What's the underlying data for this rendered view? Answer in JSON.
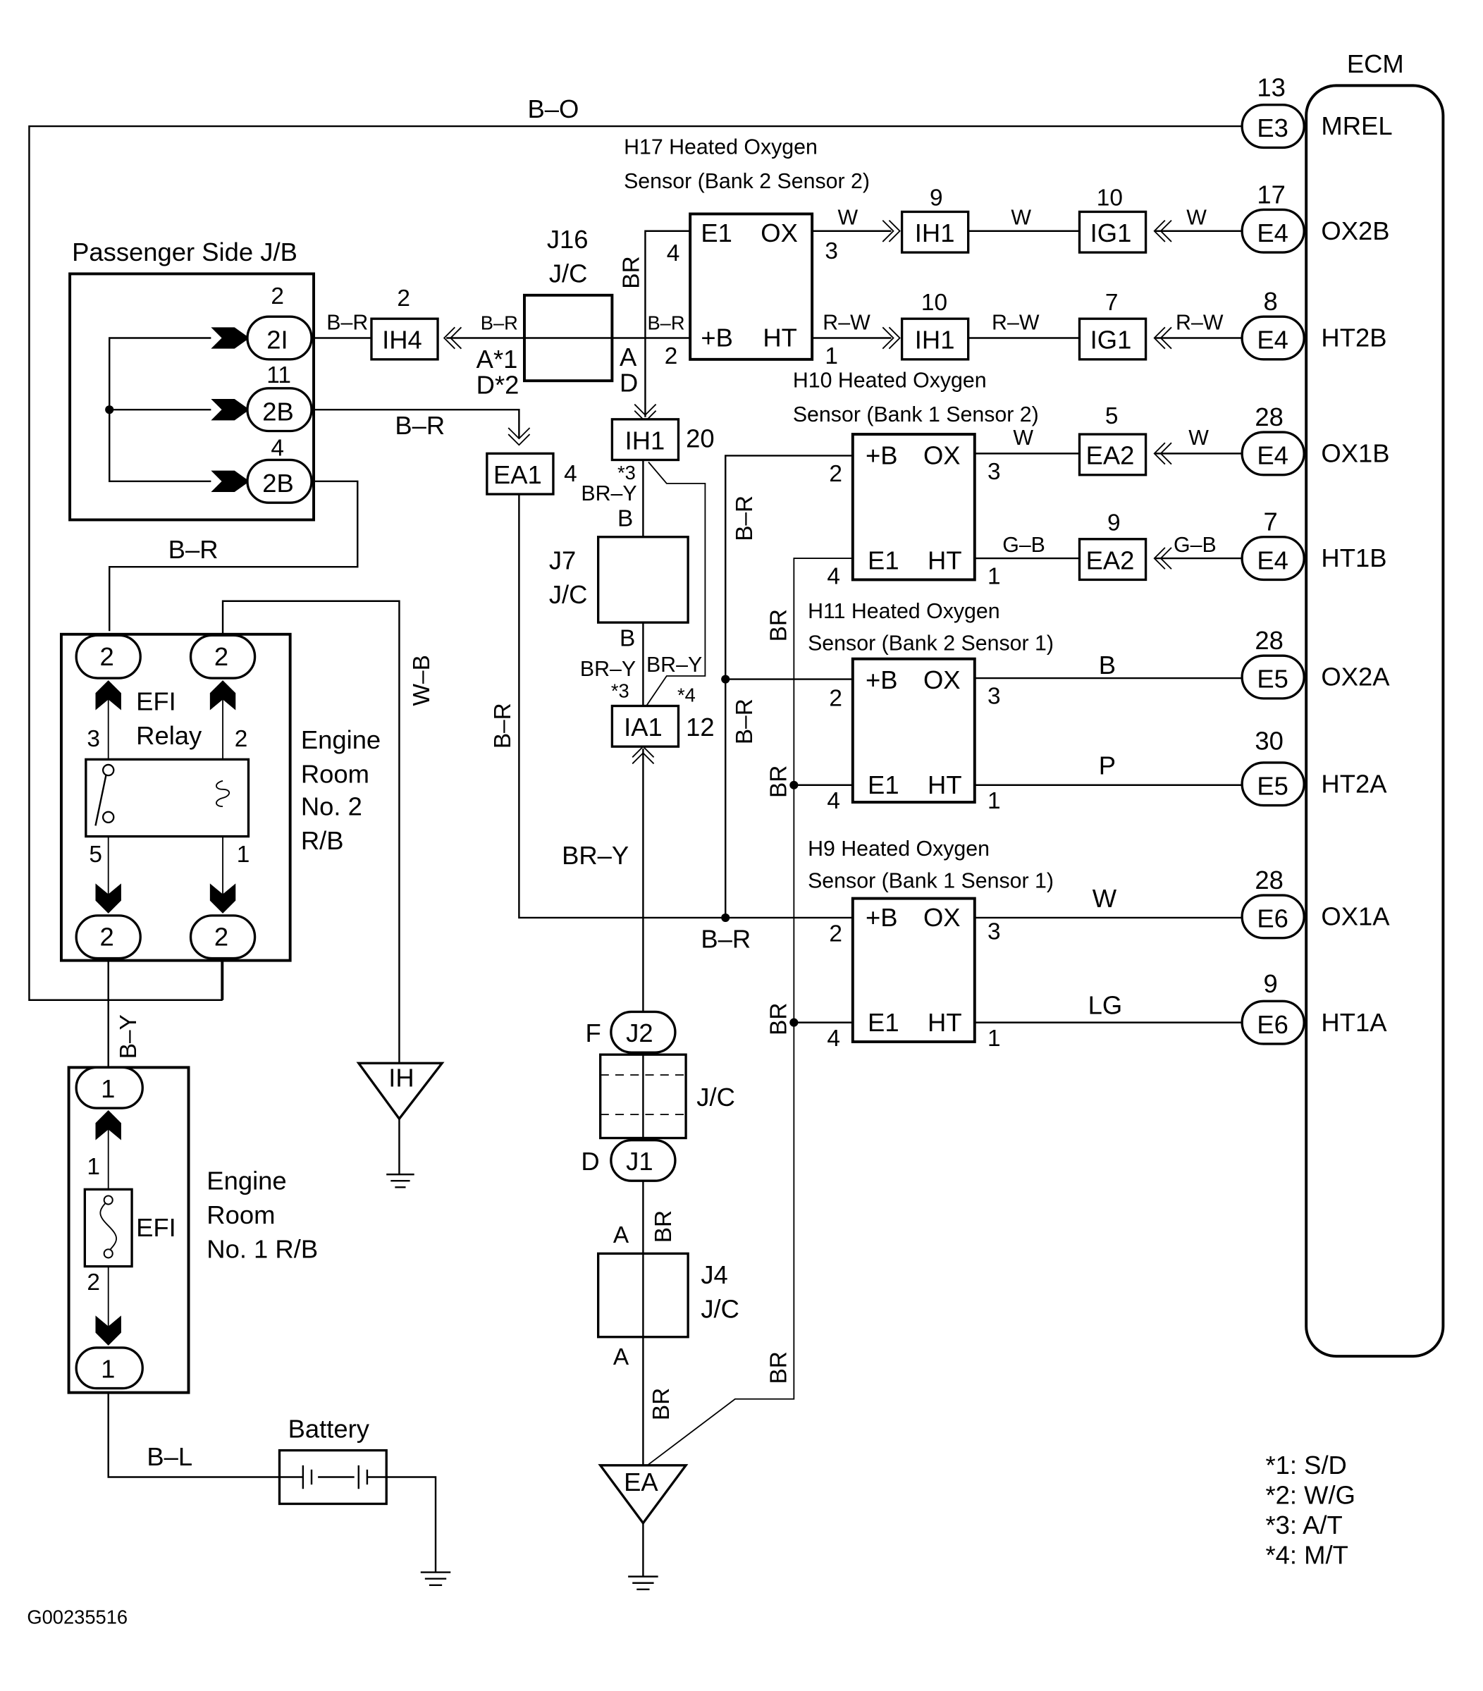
{
  "figure_id": "G00235516",
  "ecm": {
    "title": "ECM",
    "terminals": [
      {
        "pin": "13",
        "connector": "E3",
        "signal": "MREL"
      },
      {
        "pin": "17",
        "connector": "E4",
        "signal": "OX2B"
      },
      {
        "pin": "8",
        "connector": "E4",
        "signal": "HT2B"
      },
      {
        "pin": "28",
        "connector": "E4",
        "signal": "OX1B"
      },
      {
        "pin": "7",
        "connector": "E4",
        "signal": "HT1B"
      },
      {
        "pin": "28",
        "connector": "E5",
        "signal": "OX2A"
      },
      {
        "pin": "30",
        "connector": "E5",
        "signal": "HT2A"
      },
      {
        "pin": "28",
        "connector": "E6",
        "signal": "OX1A"
      },
      {
        "pin": "9",
        "connector": "E6",
        "signal": "HT1A"
      }
    ]
  },
  "wires": {
    "mrel": "B–O",
    "br_r": "B–R",
    "w": "W",
    "r_w": "R–W",
    "g_b": "G–B",
    "b": "B",
    "p": "P",
    "lg": "LG",
    "br": "BR",
    "br_y": "BR–Y",
    "w_b": "W–B",
    "b_y": "B–Y",
    "b_l": "B–L"
  },
  "sensors": {
    "h17": {
      "title1": "H17 Heated Oxygen",
      "title2": "Sensor (Bank 2 Sensor 2)",
      "tl": "E1",
      "tr": "OX",
      "bl": "+B",
      "br": "HT",
      "p_tl": "4",
      "p_tr": "3",
      "p_bl": "2",
      "p_br": "1"
    },
    "h10": {
      "title1": "H10 Heated Oxygen",
      "title2": "Sensor (Bank 1 Sensor 2)",
      "tl": "+B",
      "tr": "OX",
      "bl": "E1",
      "br": "HT",
      "p_tl": "2",
      "p_tr": "3",
      "p_bl": "4",
      "p_br": "1"
    },
    "h11": {
      "title1": "H11 Heated Oxygen",
      "title2": "Sensor (Bank 2 Sensor 1)",
      "tl": "+B",
      "tr": "OX",
      "bl": "E1",
      "br": "HT",
      "p_tl": "2",
      "p_tr": "3",
      "p_bl": "4",
      "p_br": "1"
    },
    "h9": {
      "title1": "H9 Heated Oxygen",
      "title2": "Sensor (Bank 1 Sensor 1)",
      "tl": "+B",
      "tr": "OX",
      "bl": "E1",
      "br": "HT",
      "p_tl": "2",
      "p_tr": "3",
      "p_bl": "4",
      "p_br": "1"
    }
  },
  "connectors": {
    "ih1_a": {
      "label": "IH1",
      "pin": "9"
    },
    "ih1_b": {
      "label": "IH1",
      "pin": "10"
    },
    "ig1_a": {
      "label": "IG1",
      "pin": "10"
    },
    "ig1_b": {
      "label": "IG1",
      "pin": "7"
    },
    "ea2_a": {
      "label": "EA2",
      "pin": "5"
    },
    "ea2_b": {
      "label": "EA2",
      "pin": "9"
    },
    "ih4": {
      "label": "IH4",
      "pin": "2"
    },
    "ea1": {
      "label": "EA1",
      "pin": "4"
    },
    "ih1_c": {
      "label": "IH1",
      "pin": "20"
    },
    "ia1": {
      "label": "IA1",
      "pin": "12"
    }
  },
  "junctions": {
    "j16": {
      "name": "J16",
      "type": "J/C",
      "left1": "A*1",
      "left2": "D*2",
      "right1": "A",
      "right2": "D"
    },
    "j7": {
      "name": "J7",
      "type": "J/C",
      "top": "B",
      "bottom": "B"
    },
    "jc": {
      "type": "J/C",
      "top_conn": "J2",
      "top_pin": "F",
      "bot_conn": "J1",
      "bot_pin": "D"
    },
    "j4": {
      "name": "J4",
      "type": "J/C",
      "top": "A",
      "bottom": "A"
    }
  },
  "passenger_jb": {
    "title": "Passenger Side J/B",
    "pins": [
      {
        "pin": "2",
        "conn": "2I"
      },
      {
        "pin": "11",
        "conn": "2B"
      },
      {
        "pin": "4",
        "conn": "2B"
      }
    ]
  },
  "relay_block": {
    "title_lines": [
      "Engine",
      "Room",
      "No. 2",
      "R/B"
    ],
    "relay_name_1": "EFI",
    "relay_name_2": "Relay",
    "conn": "2",
    "pin_3": "3",
    "pin_2": "2",
    "pin_5": "5",
    "pin_1": "1"
  },
  "fuse_block": {
    "title_lines": [
      "Engine",
      "Room",
      "No. 1 R/B"
    ],
    "fuse": "EFI",
    "conn": "1",
    "pin_1": "1",
    "pin_2": "2"
  },
  "battery": {
    "label": "Battery"
  },
  "grounds": {
    "ih": "IH",
    "ea": "EA"
  },
  "option_markers": {
    "s3": "*3",
    "s4": "*4"
  },
  "footnotes": [
    "*1: S/D",
    "*2: W/G",
    "*3: A/T",
    "*4: M/T"
  ]
}
